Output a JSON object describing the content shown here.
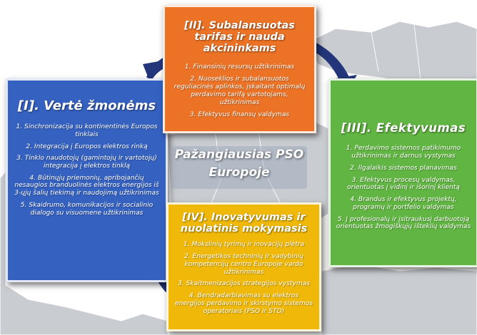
{
  "center_label": [
    "Pažangiausias PSO",
    "Europoje"
  ],
  "colors": {
    "box_1": "#3561c0",
    "box_2": "#ec7326",
    "box_3": "#61b542",
    "box_4": "#f0b90a",
    "cycle_arrow": "#23367a"
  },
  "boxes": {
    "box_1": {
      "title": "[I]. Vertė žmonėms",
      "items": [
        "1. Sinchronizacija su kontinentinės Europos tinklais",
        "2. Integracija į Europos elektros rinką",
        "3. Tinklo naudotojų (gamintojų ir vartotojų) integracija į elektros tinklą",
        "4. Būtinųjų priemonių, apribojančių nesaugios branduolinės elektros energijos iš 3-ųjų šalių tiekimą ir naudojimą užtikrinimas",
        "5. Skaidrumo, komunikacijos ir socialinio dialogo su visuomene užtikrinimas"
      ]
    },
    "box_2": {
      "title": "[II]. Subalansuotas tarifas ir nauda akcininkams",
      "items": [
        "1. Finansinių resursų užtikrinimas",
        "2. Nuoseklios ir subalansuotos reguliacinės aplinkos, įskaitant optimalų perdavimo tarifą vartotojams, užtikrinimas",
        "3. Efektyvus finansų valdymas"
      ]
    },
    "box_3": {
      "title": "[III]. Efektyvumas",
      "items": [
        "1. Perdavimo sistemos patikimumo užtikrinimas ir darnus vystymas",
        "2. Ilgalaikis sistemos planavimas",
        "3. Efektyvus procesų valdymas, orientuotas į vidinį ir išorinį klientą",
        "4. Brandus ir efektyvus projektų, programų ir portfelio valdymas",
        "5. Į profesionalų ir įsitraukusį darbuotoją orientuotas žmogiškųjų išteklių valdymas"
      ]
    },
    "box_4": {
      "title": "[IV]. Inovatyvumas ir nuolatinis mokymasis",
      "items": [
        "1. Mokslinių tyrimų ir inovacijų plėtra",
        "2. Energetikos techninių ir vadybinių kompetencijų centro Europoje vardo užtikrinimas",
        "3. Skaitmenizacijos strategijos vystymas",
        "4. Bendradarbiavimas su elektros energijos perdavimo ir skirstymo sistemos operatoriais (PSO ir STO)"
      ]
    }
  }
}
